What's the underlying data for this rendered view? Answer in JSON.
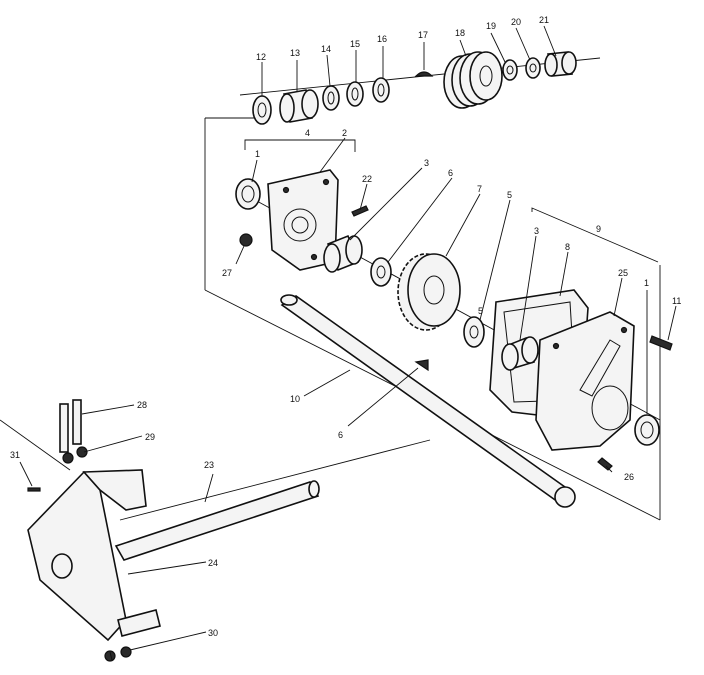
{
  "callouts": {
    "c1": "1",
    "c2": "2",
    "c3": "3",
    "c3b": "3",
    "c4": "4",
    "c5": "5",
    "c5b": "5",
    "c6": "6",
    "c6b": "6",
    "c7": "7",
    "c8": "8",
    "c9": "9",
    "c10": "10",
    "c11": "11",
    "c12": "12",
    "c13": "13",
    "c14": "14",
    "c15": "15",
    "c16": "16",
    "c17": "17",
    "c18": "18",
    "c19": "19",
    "c20": "20",
    "c21": "21",
    "c22": "22",
    "c23": "23",
    "c24": "24",
    "c25": "25",
    "c26": "26",
    "c27": "27",
    "c28": "28",
    "c29": "29",
    "c30": "30",
    "c31": "31",
    "c1b": "1"
  }
}
